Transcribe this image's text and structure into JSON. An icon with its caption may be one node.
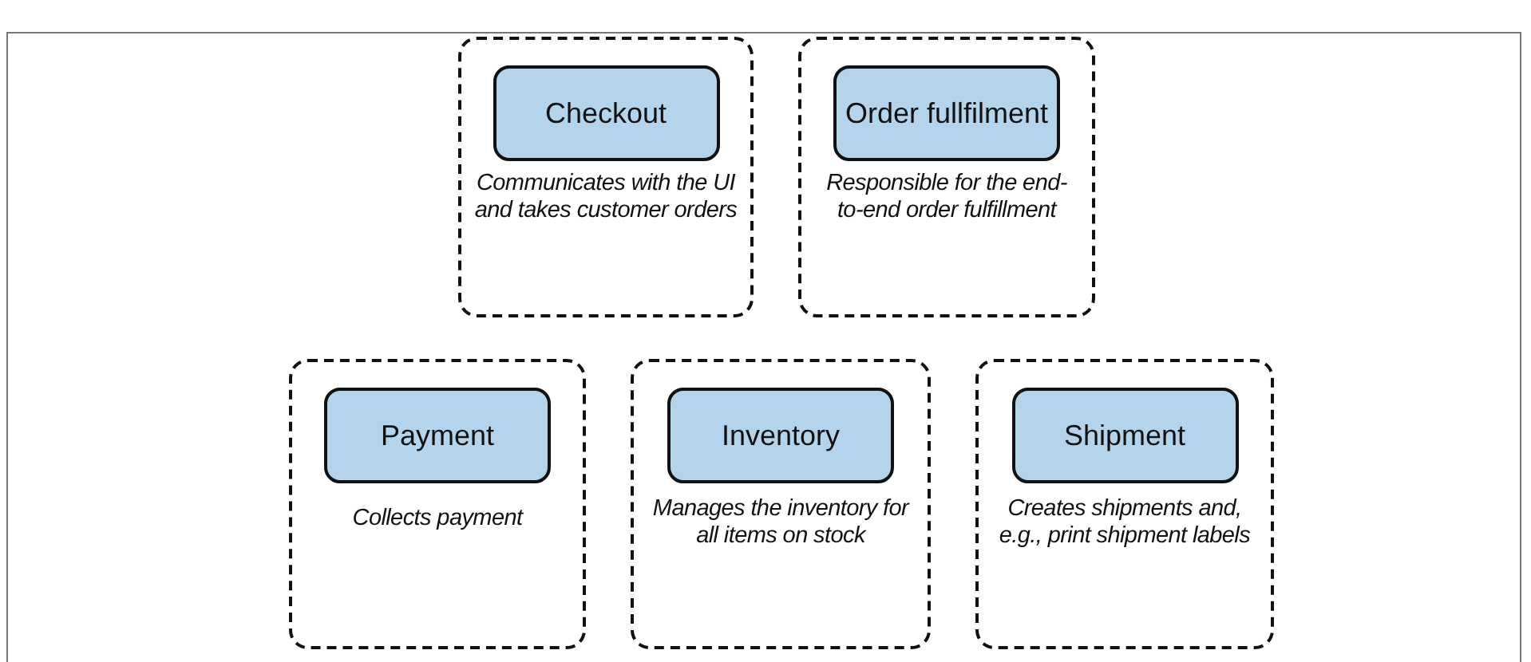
{
  "diagram": {
    "nodes": [
      {
        "text": [
          "Communicates with the UI and takes customer orders"
        ]
      },
      {
        "text": [
          "Checkout"
        ],
        "in": 0
      },
      {
        "text": [
          "Responsible for the end-to-end order fulfillment"
        ]
      },
      {
        "text": [
          "Order fullfilment"
        ],
        "in": 2
      },
      {
        "text": [
          "Collects payment"
        ]
      },
      {
        "text": [
          "Payment"
        ],
        "in": 4
      },
      {
        "text": [
          "Manages the inventory for all items on stock"
        ]
      },
      {
        "text": [
          "Inventory"
        ],
        "in": 6
      },
      {
        "text": [
          "Creates shipments and, e.g., print shipment labels"
        ]
      },
      {
        "text": [
          "Shipment"
        ],
        "in": 8
      }
    ]
  }
}
